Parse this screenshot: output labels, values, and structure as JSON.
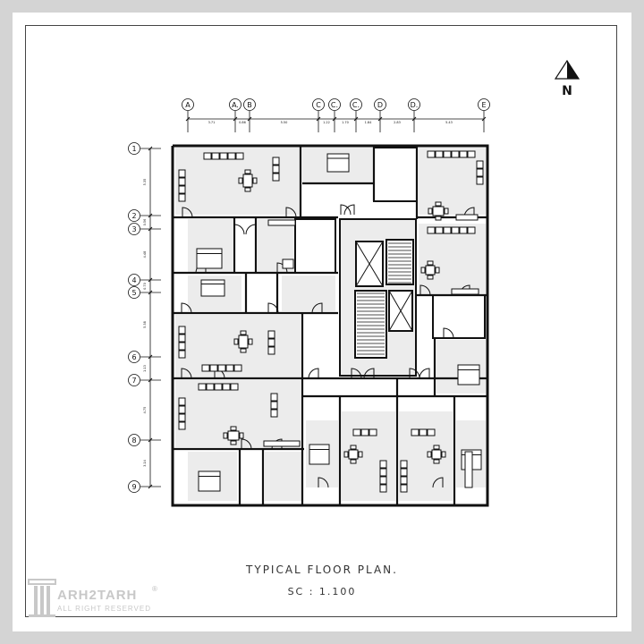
{
  "title": "TYPICAL FLOOR  PLAN.",
  "scale": "SC : 1.100",
  "north_label": "N",
  "logo": {
    "name": "ARH2TARH",
    "subtitle": "ALL RIGHT RESERVED",
    "registered": "®"
  },
  "grid_columns": [
    {
      "label": "A"
    },
    {
      "label": "A."
    },
    {
      "label": "B"
    },
    {
      "label": "C"
    },
    {
      "label": "C."
    },
    {
      "label": "C."
    },
    {
      "label": "D"
    },
    {
      "label": "D."
    },
    {
      "label": "E"
    }
  ],
  "grid_rows": [
    {
      "label": "1"
    },
    {
      "label": "2"
    },
    {
      "label": "3"
    },
    {
      "label": "4"
    },
    {
      "label": "5"
    },
    {
      "label": "6"
    },
    {
      "label": "7"
    },
    {
      "label": "8"
    },
    {
      "label": "9"
    }
  ],
  "column_dimensions": [
    "3.71",
    "0.86",
    "5.50",
    "1.22",
    "1.70",
    "1.84",
    "2.83",
    "5.43"
  ],
  "row_dimensions": [
    "5.35",
    "0.56",
    "4.48",
    "0.70",
    "5.38",
    "1.13",
    "4.75",
    "3.14"
  ],
  "colors": {
    "wall": "#111111",
    "room_fill": "#ececec",
    "sheet": "#ffffff",
    "frame": "#d4d4d4"
  }
}
